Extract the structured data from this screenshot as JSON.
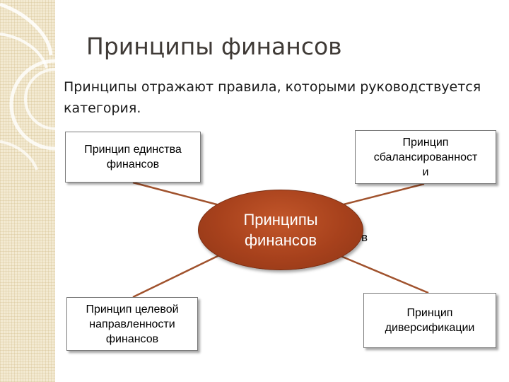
{
  "slide": {
    "title": "Принципы финансов",
    "intro": "Принципы отражают правила, которыми руководствуется категория."
  },
  "diagram": {
    "center": {
      "line1": "Принципы",
      "line2": "финансов"
    },
    "boxes": {
      "unity": {
        "line1": "Принцип единства",
        "line2": "финансов"
      },
      "balance": {
        "line1": "Принцип",
        "line2": "сбалансированност",
        "line3": "и"
      },
      "target": {
        "line1": "Принцип целевой",
        "line2": "направленности",
        "line3": "финансов"
      },
      "diversification": {
        "line1": "Принцип",
        "line2": "диверсификации"
      }
    },
    "stray_glyph": "в"
  },
  "colors": {
    "center_fill": "#a7411c",
    "connector": "#a0522d",
    "strip": "#f3ead2"
  }
}
